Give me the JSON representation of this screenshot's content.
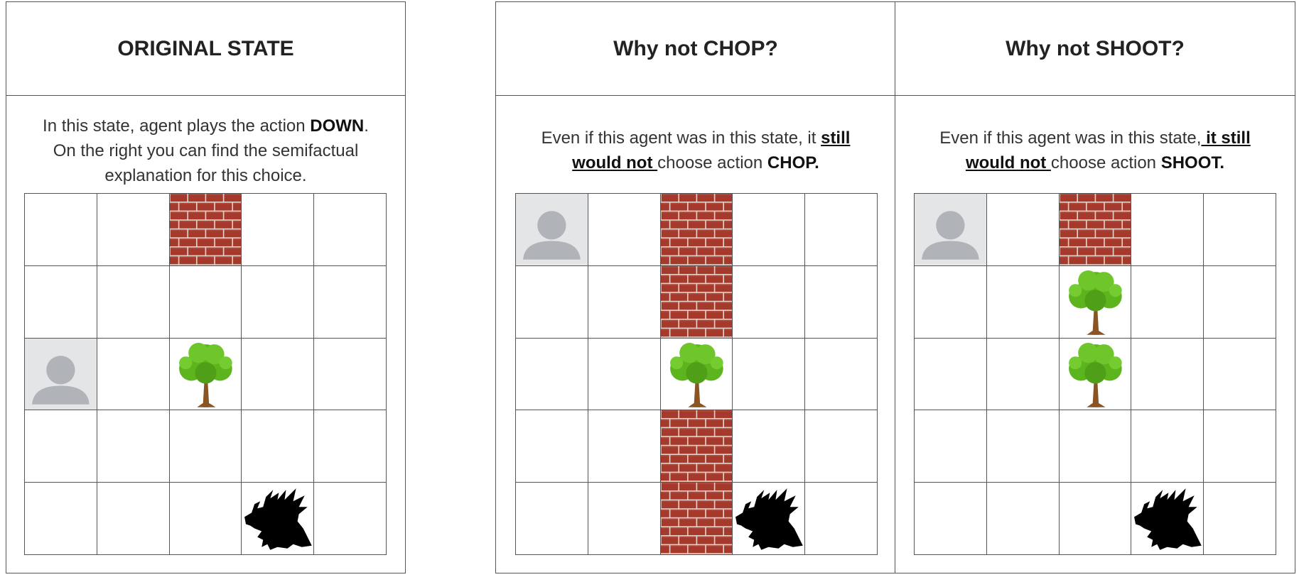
{
  "panels": [
    {
      "title": "ORIGINAL STATE",
      "description": {
        "line1_pre": "In this state, agent plays the action ",
        "line1_action": "DOWN",
        "line1_post": ".",
        "line2": "On the right you can find the semifactual",
        "line3": "explanation for this choice."
      },
      "grid": [
        [
          "empty",
          "empty",
          "wall",
          "empty",
          "empty"
        ],
        [
          "empty",
          "empty",
          "empty",
          "empty",
          "empty"
        ],
        [
          "agent",
          "empty",
          "tree",
          "empty",
          "empty"
        ],
        [
          "empty",
          "empty",
          "empty",
          "empty",
          "empty"
        ],
        [
          "empty",
          "empty",
          "empty",
          "dragon",
          "empty"
        ]
      ]
    },
    {
      "title": "Why not CHOP?",
      "description": {
        "text_pre": "Even if this agent was in this state, it ",
        "emphasis": "still would not ",
        "text_mid": "choose action ",
        "action": "CHOP."
      },
      "grid": [
        [
          "agent",
          "empty",
          "wall",
          "empty",
          "empty"
        ],
        [
          "empty",
          "empty",
          "wall",
          "empty",
          "empty"
        ],
        [
          "empty",
          "empty",
          "tree",
          "empty",
          "empty"
        ],
        [
          "empty",
          "empty",
          "wall",
          "empty",
          "empty"
        ],
        [
          "empty",
          "empty",
          "wall",
          "dragon",
          "empty"
        ]
      ]
    },
    {
      "title": "Why not SHOOT?",
      "description": {
        "text_pre": "Even if this agent was in this state,",
        "emphasis": " it still would not ",
        "text_mid": "choose action ",
        "action": "SHOOT."
      },
      "grid": [
        [
          "agent",
          "empty",
          "wall",
          "empty",
          "empty"
        ],
        [
          "empty",
          "empty",
          "tree",
          "empty",
          "empty"
        ],
        [
          "empty",
          "empty",
          "tree",
          "empty",
          "empty"
        ],
        [
          "empty",
          "empty",
          "empty",
          "empty",
          "empty"
        ],
        [
          "empty",
          "empty",
          "empty",
          "dragon",
          "empty"
        ]
      ]
    }
  ],
  "colors": {
    "grid_line": "#555555",
    "brick": "#a5392c",
    "mortar": "#e6d2c8",
    "agent_bg": "#e4e5e7",
    "agent_fg": "#b0b4b9",
    "tree_foliage": "#5db51e",
    "tree_trunk": "#8a5423",
    "dragon": "#000000"
  }
}
